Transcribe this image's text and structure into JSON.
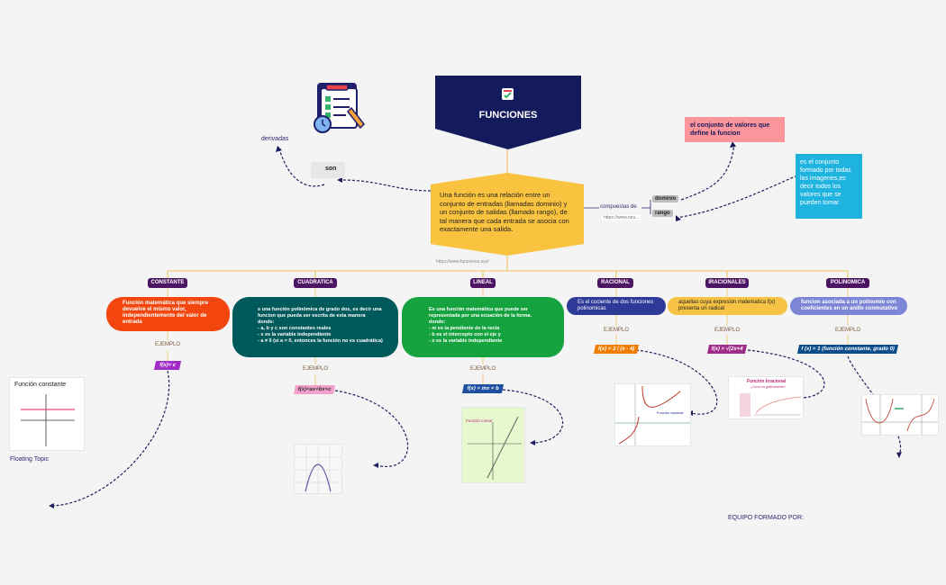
{
  "title": "FUNCIONES",
  "main_text": "Una función es una relación entre un conjunto de entradas (llamadas dominio) y un conjunto de salidas (llamado rango), de tal manera que cada entrada se asocia con exactamente una salida.",
  "main_link": "https://www.funciones.xyz/",
  "son_label": "son",
  "derivadas_label": "derivadas",
  "compuestas_label": "compuestas de",
  "compuestas_link": "https://www.neu...",
  "dominio_label": "dominio",
  "rango_label": "rango",
  "dominio_note": "el conjunto de valores que define la funcion",
  "rango_note": "es el conjunto formado por todas las imagenes,es decir todos los valores que se pueden tomar",
  "ejemplo_label": "EJEMPLO",
  "floating_topic": "Floating Topic",
  "team_label": "EQUIPO FORMADO POR:",
  "thumb_constante_title": "Función constante",
  "thumb_lineal_title": "Función Lineal",
  "thumb_racional_title": "Función racional",
  "thumb_irracional_title": "Función Irracional",
  "thumb_irracional_sub": "¿Cómo es gráficamente?",
  "branches": [
    {
      "name": "CONSTANTE",
      "desc": "Función matemática que siempre devuelve el mismo valor, independientemente del valor de entrada",
      "formula": "f(x)= c"
    },
    {
      "name": "CUADRATICA",
      "desc": "s una función polinómica de grado dos, es decir una funcion que pueda ser escrita de esta manera\ndonde:\n- a, b y c son constantes reales\n- x es la variable independiente\n- a ≠ 0 (si a = 0, entonces la función no es cuadrática)",
      "formula": "f(x)=ax+bx+c"
    },
    {
      "name": "LINEAL",
      "desc": "Es una función matemática que puede ser representada por una ecuación de la forma.\ndonde:\n- m es la pendiente de la recta\n- b es el intercepto con el eje y\n- x es la variable independiente",
      "formula": "f(x) = mx + b"
    },
    {
      "name": "RACIONAL",
      "desc": "Es el cociente de dos funciones polinomicas",
      "formula": "f(x) = 3 / (x - 4)"
    },
    {
      "name": "IRACIONALES",
      "desc": "aquellas cuya expresion matematica f(x) presenta un radical",
      "formula": "f(x) = √(2x+4"
    },
    {
      "name": "POLINOMICA",
      "desc": "funcion asociada a un polinomio con coeficientes en un anillo conmutativo",
      "formula": "f (x) = 1 (función constante, grado 0)"
    }
  ],
  "colors": {
    "title_bg": "#141b5c",
    "main_bg": "#f9c33f",
    "header_bg": "#4e1464",
    "constante": "#f2460e",
    "cuadratica": "#00595a",
    "lineal": "#16a23f",
    "racional": "#2d3a98",
    "irracional": "#f6c344",
    "polinomica": "#7d86d6",
    "dominio_note": "#f9959b",
    "rango_note": "#1fb3e0"
  }
}
